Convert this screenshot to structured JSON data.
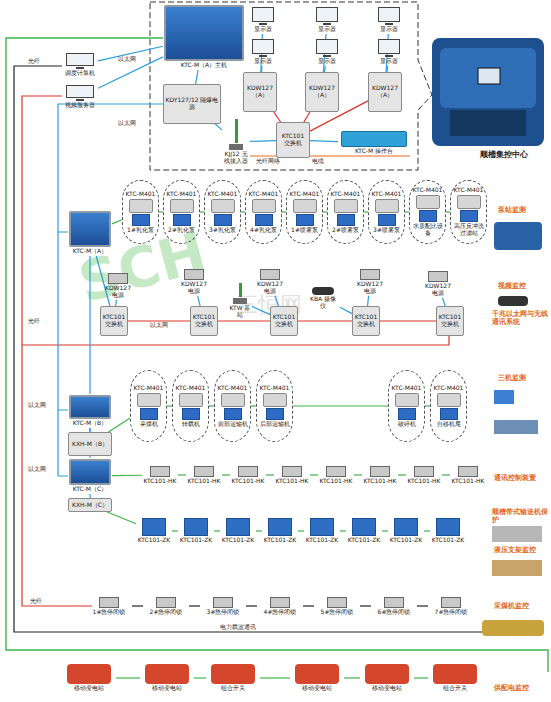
{
  "diagram": {
    "nodes": [
      {
        "text": [
          "KTC-M（A）主机"
        ]
      },
      {
        "text": [
          "KDY127/12 隔爆电源"
        ]
      },
      {
        "text": [
          "KJJ12 无线接入器"
        ]
      },
      {
        "text": [
          "KDW127（A）"
        ]
      },
      {
        "text": [
          "KDW127（A）"
        ]
      },
      {
        "text": [
          "KDW127（A）"
        ]
      },
      {
        "text": [
          "显示器"
        ]
      },
      {
        "text": [
          "显示器"
        ]
      },
      {
        "text": [
          "显示器"
        ]
      },
      {
        "text": [
          "显示器"
        ]
      },
      {
        "text": [
          "显示器"
        ]
      },
      {
        "text": [
          "显示器"
        ]
      },
      {
        "text": [
          "KTC101 交换机"
        ]
      },
      {
        "text": [
          "KTC-M 操作台"
        ]
      },
      {
        "text": [
          "调度计算机"
        ]
      },
      {
        "text": [
          "视频服务器"
        ]
      },
      {
        "text": [
          "KTC-M（A）"
        ]
      },
      {
        "text": [
          "KTC-M401",
          "1#乳化泵"
        ]
      },
      {
        "text": [
          "KTC-M401",
          "2#乳化泵"
        ]
      },
      {
        "text": [
          "KTC-M401",
          "3#乳化泵"
        ]
      },
      {
        "text": [
          "KTC-M401",
          "4#乳化泵"
        ]
      },
      {
        "text": [
          "KTC-M401",
          "1#喷雾泵"
        ]
      },
      {
        "text": [
          "KTC-M401",
          "2#喷雾泵"
        ]
      },
      {
        "text": [
          "KTC-M401",
          "3#喷雾泵"
        ]
      },
      {
        "text": [
          "KTC-M401",
          "水质配比设备"
        ]
      },
      {
        "text": [
          "KTC-M401",
          "高压反冲洗过滤站"
        ]
      },
      {
        "text": [
          "KDW127 电源"
        ]
      },
      {
        "text": [
          "KDW127 电源"
        ]
      },
      {
        "text": [
          "KTW 基站"
        ]
      },
      {
        "text": [
          "KDW127 电源"
        ]
      },
      {
        "text": [
          "KBA 摄像仪"
        ]
      },
      {
        "text": [
          "KDW127 电源"
        ]
      },
      {
        "text": [
          "KDW127 电源"
        ]
      },
      {
        "text": [
          "KTC101 交换机"
        ]
      },
      {
        "text": [
          "KTC101 交换机"
        ]
      },
      {
        "text": [
          "KTC101 交换机"
        ]
      },
      {
        "text": [
          "KTC101 交换机"
        ]
      },
      {
        "text": [
          "KTC101 交换机"
        ]
      },
      {
        "text": [
          "KTC-M（B）"
        ]
      },
      {
        "text": [
          "KXH-M（B）"
        ]
      },
      {
        "text": [
          "KTC-M401",
          "采煤机"
        ]
      },
      {
        "text": [
          "KTC-M401",
          "转载机"
        ]
      },
      {
        "text": [
          "KTC-M401",
          "前部运输机"
        ]
      },
      {
        "text": [
          "KTC-M401",
          "后部运输机"
        ]
      },
      {
        "text": [
          "KTC-M401",
          "破碎机"
        ]
      },
      {
        "text": [
          "KTC-M401",
          "自移机尾"
        ]
      },
      {
        "text": [
          "KTC-M（C）"
        ]
      },
      {
        "text": [
          "KXH-M（C）"
        ]
      },
      {
        "text": [
          "KTC101-HK"
        ]
      },
      {
        "text": [
          "KTC101-HK"
        ]
      },
      {
        "text": [
          "KTC101-HK"
        ]
      },
      {
        "text": [
          "KTC101-HK"
        ]
      },
      {
        "text": [
          "KTC101-HK"
        ]
      },
      {
        "text": [
          "KTC101-HK"
        ]
      },
      {
        "text": [
          "KTC101-HK"
        ]
      },
      {
        "text": [
          "KTC101-HK"
        ]
      },
      {
        "text": [
          "KTC101-ZK"
        ]
      },
      {
        "text": [
          "KTC101-ZK"
        ]
      },
      {
        "text": [
          "KTC101-ZK"
        ]
      },
      {
        "text": [
          "KTC101-ZK"
        ]
      },
      {
        "text": [
          "KTC101-ZK"
        ]
      },
      {
        "text": [
          "KTC101-ZK"
        ]
      },
      {
        "text": [
          "KTC101-ZK"
        ]
      },
      {
        "text": [
          "KTC101-ZK"
        ]
      },
      {
        "text": [
          "1#急停闭锁"
        ]
      },
      {
        "text": [
          "2#急停闭锁"
        ]
      },
      {
        "text": [
          "3#急停闭锁"
        ]
      },
      {
        "text": [
          "4#急停闭锁"
        ]
      },
      {
        "text": [
          "5#急停闭锁"
        ]
      },
      {
        "text": [
          "6#急停闭锁"
        ]
      },
      {
        "text": [
          "7#急停闭锁"
        ]
      },
      {
        "text": [
          "移动变电站"
        ]
      },
      {
        "text": [
          "移动变电站"
        ]
      },
      {
        "text": [
          "组合开关"
        ]
      },
      {
        "text": [
          "移动变电站"
        ]
      },
      {
        "text": [
          "移动变电站"
        ]
      },
      {
        "text": [
          "组合开关"
        ]
      }
    ],
    "edges": [
      {
        "from": 14,
        "to": 0,
        "arrow": "none"
      },
      {
        "from": 15,
        "to": 0,
        "arrow": "none"
      },
      {
        "from": 1,
        "to": 0,
        "arrow": "none"
      },
      {
        "from": 2,
        "to": 12,
        "arrow": "none"
      },
      {
        "from": 12,
        "to": 3,
        "arrow": "none"
      },
      {
        "from": 12,
        "to": 4,
        "arrow": "none"
      },
      {
        "from": 12,
        "to": 5,
        "arrow": "none"
      },
      {
        "from": 3,
        "to": 6,
        "arrow": "none"
      },
      {
        "from": 3,
        "to": 7,
        "arrow": "none"
      },
      {
        "from": 4,
        "to": 8,
        "arrow": "none"
      },
      {
        "from": 4,
        "to": 9,
        "arrow": "none"
      },
      {
        "from": 5,
        "to": 10,
        "arrow": "none"
      },
      {
        "from": 5,
        "to": 11,
        "arrow": "none"
      },
      {
        "from": 12,
        "to": 13,
        "arrow": "none"
      },
      {
        "from": 1,
        "to": 2,
        "arrow": "none"
      },
      {
        "from": 16,
        "to": 17,
        "arrow": "none"
      },
      {
        "from": 17,
        "to": 18,
        "arrow": "none"
      },
      {
        "from": 18,
        "to": 19,
        "arrow": "none"
      },
      {
        "from": 19,
        "to": 20,
        "arrow": "none"
      },
      {
        "from": 20,
        "to": 21,
        "arrow": "none"
      },
      {
        "from": 21,
        "to": 22,
        "arrow": "none"
      },
      {
        "from": 22,
        "to": 23,
        "arrow": "none"
      },
      {
        "from": 23,
        "to": 24,
        "arrow": "none"
      },
      {
        "from": 24,
        "to": 25,
        "arrow": "none"
      },
      {
        "from": 16,
        "to": 33,
        "arrow": "none"
      },
      {
        "from": 33,
        "to": 34,
        "arrow": "none"
      },
      {
        "from": 34,
        "to": 35,
        "arrow": "none"
      },
      {
        "from": 35,
        "to": 36,
        "arrow": "none"
      },
      {
        "from": 36,
        "to": 37,
        "arrow": "none"
      },
      {
        "from": 26,
        "to": 33,
        "arrow": "none"
      },
      {
        "from": 27,
        "to": 34,
        "arrow": "none"
      },
      {
        "from": 29,
        "to": 35,
        "arrow": "none"
      },
      {
        "from": 31,
        "to": 36,
        "arrow": "none"
      },
      {
        "from": 32,
        "to": 37,
        "arrow": "none"
      },
      {
        "from": 28,
        "to": 35,
        "arrow": "none"
      },
      {
        "from": 30,
        "to": 36,
        "arrow": "none"
      },
      {
        "from": 16,
        "to": 38,
        "arrow": "none"
      },
      {
        "from": 38,
        "to": 39,
        "arrow": "none"
      },
      {
        "from": 39,
        "to": 40,
        "arrow": "none"
      },
      {
        "from": 40,
        "to": 41,
        "arrow": "none"
      },
      {
        "from": 41,
        "to": 42,
        "arrow": "none"
      },
      {
        "from": 42,
        "to": 43,
        "arrow": "none"
      },
      {
        "from": 43,
        "to": 44,
        "arrow": "none"
      },
      {
        "from": 44,
        "to": 45,
        "arrow": "none"
      },
      {
        "from": 38,
        "to": 46,
        "arrow": "none"
      },
      {
        "from": 46,
        "to": 48,
        "arrow": "none"
      },
      {
        "from": 48,
        "to": 49,
        "arrow": "none"
      },
      {
        "from": 49,
        "to": 50,
        "arrow": "none"
      },
      {
        "from": 50,
        "to": 51,
        "arrow": "none"
      },
      {
        "from": 51,
        "to": 52,
        "arrow": "none"
      },
      {
        "from": 52,
        "to": 53,
        "arrow": "none"
      },
      {
        "from": 53,
        "to": 54,
        "arrow": "none"
      },
      {
        "from": 54,
        "to": 55,
        "arrow": "none"
      },
      {
        "from": 47,
        "to": 56,
        "arrow": "none"
      },
      {
        "from": 56,
        "to": 57,
        "arrow": "none"
      },
      {
        "from": 57,
        "to": 58,
        "arrow": "none"
      },
      {
        "from": 58,
        "to": 59,
        "arrow": "none"
      },
      {
        "from": 59,
        "to": 60,
        "arrow": "none"
      },
      {
        "from": 60,
        "to": 61,
        "arrow": "none"
      },
      {
        "from": 61,
        "to": 62,
        "arrow": "none"
      },
      {
        "from": 62,
        "to": 63,
        "arrow": "none"
      },
      {
        "from": 64,
        "to": 65,
        "arrow": "none"
      },
      {
        "from": 65,
        "to": 66,
        "arrow": "none"
      },
      {
        "from": 66,
        "to": 67,
        "arrow": "none"
      },
      {
        "from": 67,
        "to": 68,
        "arrow": "none"
      },
      {
        "from": 68,
        "to": 69,
        "arrow": "none"
      },
      {
        "from": 69,
        "to": 70,
        "arrow": "none"
      },
      {
        "from": 71,
        "to": 72,
        "arrow": "none"
      },
      {
        "from": 72,
        "to": 73,
        "arrow": "none"
      },
      {
        "from": 73,
        "to": 74,
        "arrow": "none"
      },
      {
        "from": 74,
        "to": 75,
        "arrow": "none"
      },
      {
        "from": 75,
        "to": 76,
        "arrow": "none"
      },
      {
        "from": 46,
        "to": 47,
        "arrow": "none"
      }
    ],
    "labels": [
      "顺槽集控中心",
      "泵站监测",
      "视频监控",
      "千兆以太网与无线通讯系统",
      "三机监测",
      "通讯控制装置",
      "顺槽带式输送机保护",
      "液压支架监控",
      "采煤机监控",
      "供配电监控",
      "SCH",
      "三恒网",
      "光纤",
      "以太网",
      "以太网",
      "光纤",
      "以太网",
      "以太网",
      "以太网",
      "光纤",
      "电力载波通讯",
      "光纤网络",
      "电缆"
    ]
  }
}
